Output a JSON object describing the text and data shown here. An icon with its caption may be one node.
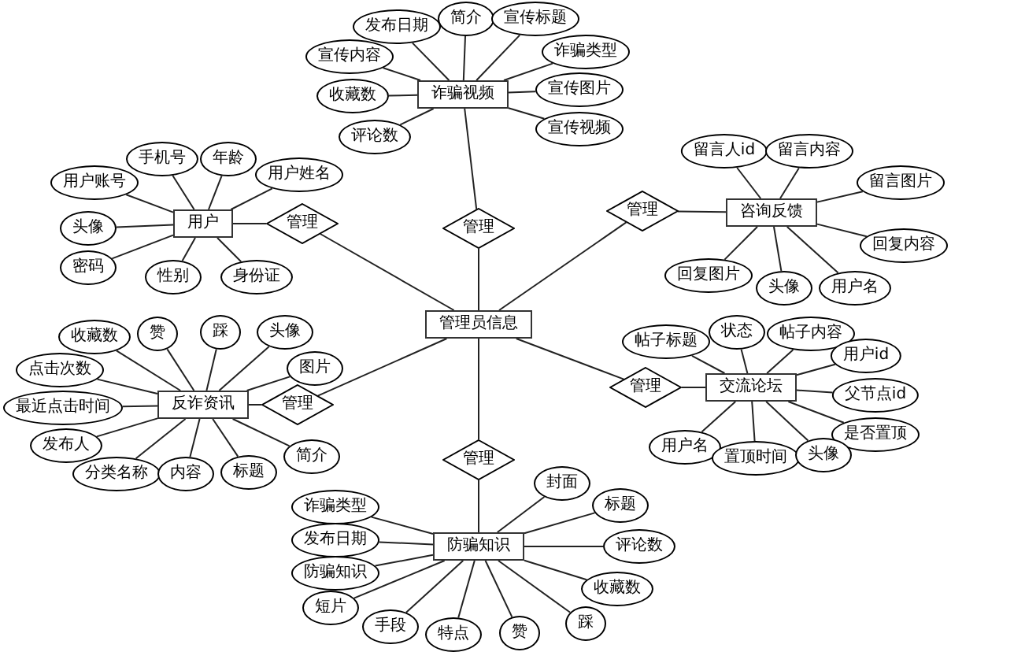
{
  "diagram": {
    "nodes": [
      {
        "text": [
          "管理员信息"
        ]
      },
      {
        "text": [
          "诈骗视频"
        ]
      },
      {
        "text": [
          "管理"
        ]
      },
      {
        "text": [
          "宣传内容"
        ]
      },
      {
        "text": [
          "发布日期"
        ]
      },
      {
        "text": [
          "简介"
        ]
      },
      {
        "text": [
          "宣传标题"
        ]
      },
      {
        "text": [
          "诈骗类型"
        ]
      },
      {
        "text": [
          "宣传图片"
        ]
      },
      {
        "text": [
          "宣传视频"
        ]
      },
      {
        "text": [
          "收藏数"
        ]
      },
      {
        "text": [
          "评论数"
        ]
      },
      {
        "text": [
          "用户"
        ]
      },
      {
        "text": [
          "管理"
        ]
      },
      {
        "text": [
          "用户账号"
        ]
      },
      {
        "text": [
          "手机号"
        ]
      },
      {
        "text": [
          "年龄"
        ]
      },
      {
        "text": [
          "用户姓名"
        ]
      },
      {
        "text": [
          "头像"
        ]
      },
      {
        "text": [
          "密码"
        ]
      },
      {
        "text": [
          "性别"
        ]
      },
      {
        "text": [
          "身份证"
        ]
      },
      {
        "text": [
          "咨询反馈"
        ]
      },
      {
        "text": [
          "管理"
        ]
      },
      {
        "text": [
          "留言人id"
        ]
      },
      {
        "text": [
          "留言内容"
        ]
      },
      {
        "text": [
          "留言图片"
        ]
      },
      {
        "text": [
          "回复内容"
        ]
      },
      {
        "text": [
          "回复图片"
        ]
      },
      {
        "text": [
          "头像"
        ]
      },
      {
        "text": [
          "用户名"
        ]
      },
      {
        "text": [
          "反诈资讯"
        ]
      },
      {
        "text": [
          "管理"
        ]
      },
      {
        "text": [
          "收藏数"
        ]
      },
      {
        "text": [
          "赞"
        ]
      },
      {
        "text": [
          "踩"
        ]
      },
      {
        "text": [
          "头像"
        ]
      },
      {
        "text": [
          "图片"
        ]
      },
      {
        "text": [
          "点击次数"
        ]
      },
      {
        "text": [
          "最近点击时间"
        ]
      },
      {
        "text": [
          "发布人"
        ]
      },
      {
        "text": [
          "分类名称"
        ]
      },
      {
        "text": [
          "内容"
        ]
      },
      {
        "text": [
          "标题"
        ]
      },
      {
        "text": [
          "简介"
        ]
      },
      {
        "text": [
          "交流论坛"
        ]
      },
      {
        "text": [
          "管理"
        ]
      },
      {
        "text": [
          "帖子标题"
        ]
      },
      {
        "text": [
          "状态"
        ]
      },
      {
        "text": [
          "帖子内容"
        ]
      },
      {
        "text": [
          "用户id"
        ]
      },
      {
        "text": [
          "父节点id"
        ]
      },
      {
        "text": [
          "是否置顶"
        ]
      },
      {
        "text": [
          "用户名"
        ]
      },
      {
        "text": [
          "置顶时间"
        ]
      },
      {
        "text": [
          "头像"
        ]
      },
      {
        "text": [
          "防骗知识"
        ]
      },
      {
        "text": [
          "管理"
        ]
      },
      {
        "text": [
          "诈骗类型"
        ]
      },
      {
        "text": [
          "发布日期"
        ]
      },
      {
        "text": [
          "防骗知识"
        ]
      },
      {
        "text": [
          "短片"
        ]
      },
      {
        "text": [
          "手段"
        ]
      },
      {
        "text": [
          "特点"
        ]
      },
      {
        "text": [
          "赞"
        ]
      },
      {
        "text": [
          "踩"
        ]
      },
      {
        "text": [
          "封面"
        ]
      },
      {
        "text": [
          "标题"
        ]
      },
      {
        "text": [
          "评论数"
        ]
      },
      {
        "text": [
          "收藏数"
        ]
      }
    ],
    "edges": [
      {
        "from": 1,
        "to": 2,
        "arrow": "none"
      },
      {
        "from": 2,
        "to": 0,
        "arrow": "none"
      },
      {
        "from": 3,
        "to": 1,
        "arrow": "none"
      },
      {
        "from": 4,
        "to": 1,
        "arrow": "none"
      },
      {
        "from": 5,
        "to": 1,
        "arrow": "none"
      },
      {
        "from": 6,
        "to": 1,
        "arrow": "none"
      },
      {
        "from": 7,
        "to": 1,
        "arrow": "none"
      },
      {
        "from": 8,
        "to": 1,
        "arrow": "none"
      },
      {
        "from": 9,
        "to": 1,
        "arrow": "none"
      },
      {
        "from": 10,
        "to": 1,
        "arrow": "none"
      },
      {
        "from": 11,
        "to": 1,
        "arrow": "none"
      },
      {
        "from": 12,
        "to": 13,
        "arrow": "none"
      },
      {
        "from": 13,
        "to": 0,
        "arrow": "none"
      },
      {
        "from": 14,
        "to": 12,
        "arrow": "none"
      },
      {
        "from": 15,
        "to": 12,
        "arrow": "none"
      },
      {
        "from": 16,
        "to": 12,
        "arrow": "none"
      },
      {
        "from": 17,
        "to": 12,
        "arrow": "none"
      },
      {
        "from": 18,
        "to": 12,
        "arrow": "none"
      },
      {
        "from": 19,
        "to": 12,
        "arrow": "none"
      },
      {
        "from": 20,
        "to": 12,
        "arrow": "none"
      },
      {
        "from": 21,
        "to": 12,
        "arrow": "none"
      },
      {
        "from": 22,
        "to": 23,
        "arrow": "none"
      },
      {
        "from": 23,
        "to": 0,
        "arrow": "none"
      },
      {
        "from": 24,
        "to": 22,
        "arrow": "none"
      },
      {
        "from": 25,
        "to": 22,
        "arrow": "none"
      },
      {
        "from": 26,
        "to": 22,
        "arrow": "none"
      },
      {
        "from": 27,
        "to": 22,
        "arrow": "none"
      },
      {
        "from": 28,
        "to": 22,
        "arrow": "none"
      },
      {
        "from": 29,
        "to": 22,
        "arrow": "none"
      },
      {
        "from": 30,
        "to": 22,
        "arrow": "none"
      },
      {
        "from": 31,
        "to": 32,
        "arrow": "none"
      },
      {
        "from": 32,
        "to": 0,
        "arrow": "none"
      },
      {
        "from": 33,
        "to": 31,
        "arrow": "none"
      },
      {
        "from": 34,
        "to": 31,
        "arrow": "none"
      },
      {
        "from": 35,
        "to": 31,
        "arrow": "none"
      },
      {
        "from": 36,
        "to": 31,
        "arrow": "none"
      },
      {
        "from": 37,
        "to": 31,
        "arrow": "none"
      },
      {
        "from": 38,
        "to": 31,
        "arrow": "none"
      },
      {
        "from": 39,
        "to": 31,
        "arrow": "none"
      },
      {
        "from": 40,
        "to": 31,
        "arrow": "none"
      },
      {
        "from": 41,
        "to": 31,
        "arrow": "none"
      },
      {
        "from": 42,
        "to": 31,
        "arrow": "none"
      },
      {
        "from": 43,
        "to": 31,
        "arrow": "none"
      },
      {
        "from": 44,
        "to": 31,
        "arrow": "none"
      },
      {
        "from": 45,
        "to": 46,
        "arrow": "none"
      },
      {
        "from": 46,
        "to": 0,
        "arrow": "none"
      },
      {
        "from": 47,
        "to": 45,
        "arrow": "none"
      },
      {
        "from": 48,
        "to": 45,
        "arrow": "none"
      },
      {
        "from": 49,
        "to": 45,
        "arrow": "none"
      },
      {
        "from": 50,
        "to": 45,
        "arrow": "none"
      },
      {
        "from": 51,
        "to": 45,
        "arrow": "none"
      },
      {
        "from": 52,
        "to": 45,
        "arrow": "none"
      },
      {
        "from": 53,
        "to": 45,
        "arrow": "none"
      },
      {
        "from": 54,
        "to": 45,
        "arrow": "none"
      },
      {
        "from": 55,
        "to": 45,
        "arrow": "none"
      },
      {
        "from": 56,
        "to": 57,
        "arrow": "none"
      },
      {
        "from": 57,
        "to": 0,
        "arrow": "none"
      },
      {
        "from": 58,
        "to": 56,
        "arrow": "none"
      },
      {
        "from": 59,
        "to": 56,
        "arrow": "none"
      },
      {
        "from": 60,
        "to": 56,
        "arrow": "none"
      },
      {
        "from": 61,
        "to": 56,
        "arrow": "none"
      },
      {
        "from": 62,
        "to": 56,
        "arrow": "none"
      },
      {
        "from": 63,
        "to": 56,
        "arrow": "none"
      },
      {
        "from": 64,
        "to": 56,
        "arrow": "none"
      },
      {
        "from": 65,
        "to": 56,
        "arrow": "none"
      },
      {
        "from": 66,
        "to": 56,
        "arrow": "none"
      },
      {
        "from": 67,
        "to": 56,
        "arrow": "none"
      },
      {
        "from": 68,
        "to": 56,
        "arrow": "none"
      },
      {
        "from": 69,
        "to": 56,
        "arrow": "none"
      }
    ]
  }
}
